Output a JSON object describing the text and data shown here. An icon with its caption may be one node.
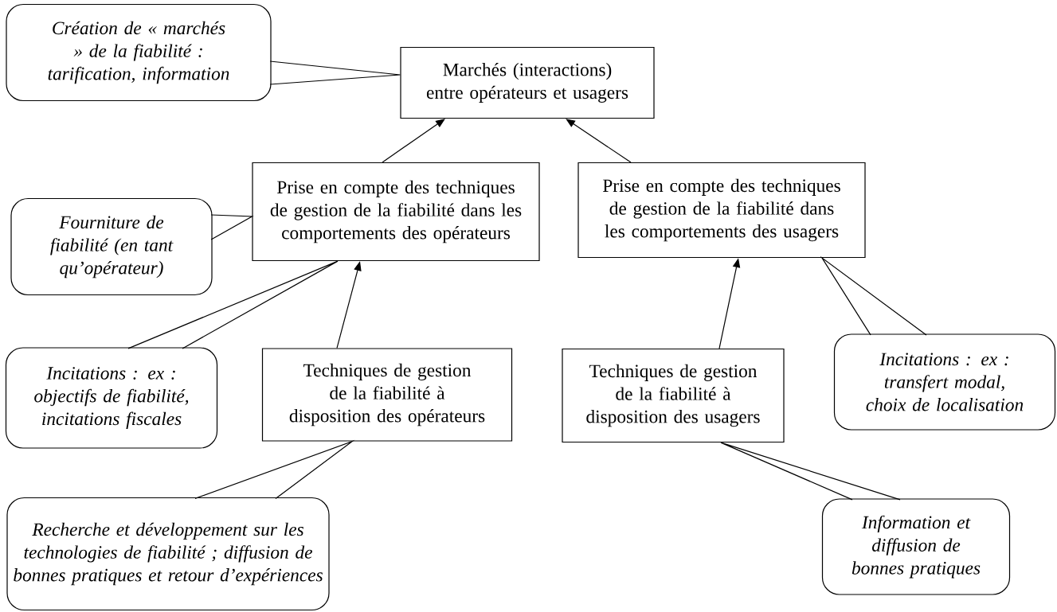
{
  "diagram": {
    "nodes": [
      {
        "text": [
          "Création de « marchés » de la fiabilité : tarification, information"
        ]
      },
      {
        "text": [
          "Marchés (interactions) entre opérateurs et usagers"
        ]
      },
      {
        "text": [
          "Prise en compte des techniques de gestion de la fiabilité dans les comportements des opérateurs"
        ]
      },
      {
        "text": [
          "Prise en compte des techniques de gestion de la fiabilité dans les comportements des usagers"
        ]
      },
      {
        "text": [
          "Fourniture de fiabilité (en tant qu’opérateur)"
        ]
      },
      {
        "text": [
          "Incitations : ex : objectifs de fiabilité, incitations fiscales"
        ]
      },
      {
        "text": [
          "Techniques de gestion de la fiabilité à disposition des opérateurs"
        ]
      },
      {
        "text": [
          "Techniques de gestion de la fiabilité à disposition des usagers"
        ]
      },
      {
        "text": [
          "Incitations : ex : transfert modal, choix de localisation"
        ]
      },
      {
        "text": [
          "Recherche et développement sur les technologies de fiabilité ; diffusion de bonnes pratiques et retour d’expériences"
        ]
      },
      {
        "text": [
          "Information et diffusion de bonnes pratiques"
        ]
      }
    ],
    "edges": [
      {
        "from": 2,
        "to": 1,
        "arrow": "to"
      },
      {
        "from": 3,
        "to": 1,
        "arrow": "to"
      },
      {
        "from": 6,
        "to": 2,
        "arrow": "to"
      },
      {
        "from": 7,
        "to": 3,
        "arrow": "to"
      },
      {
        "from": 0,
        "to": 1,
        "arrow": "none"
      },
      {
        "from": 4,
        "to": 2,
        "arrow": "none"
      },
      {
        "from": 5,
        "to": 2,
        "arrow": "none"
      },
      {
        "from": 9,
        "to": 6,
        "arrow": "none"
      },
      {
        "from": 8,
        "to": 3,
        "arrow": "none"
      },
      {
        "from": 10,
        "to": 7,
        "arrow": "none"
      }
    ]
  }
}
